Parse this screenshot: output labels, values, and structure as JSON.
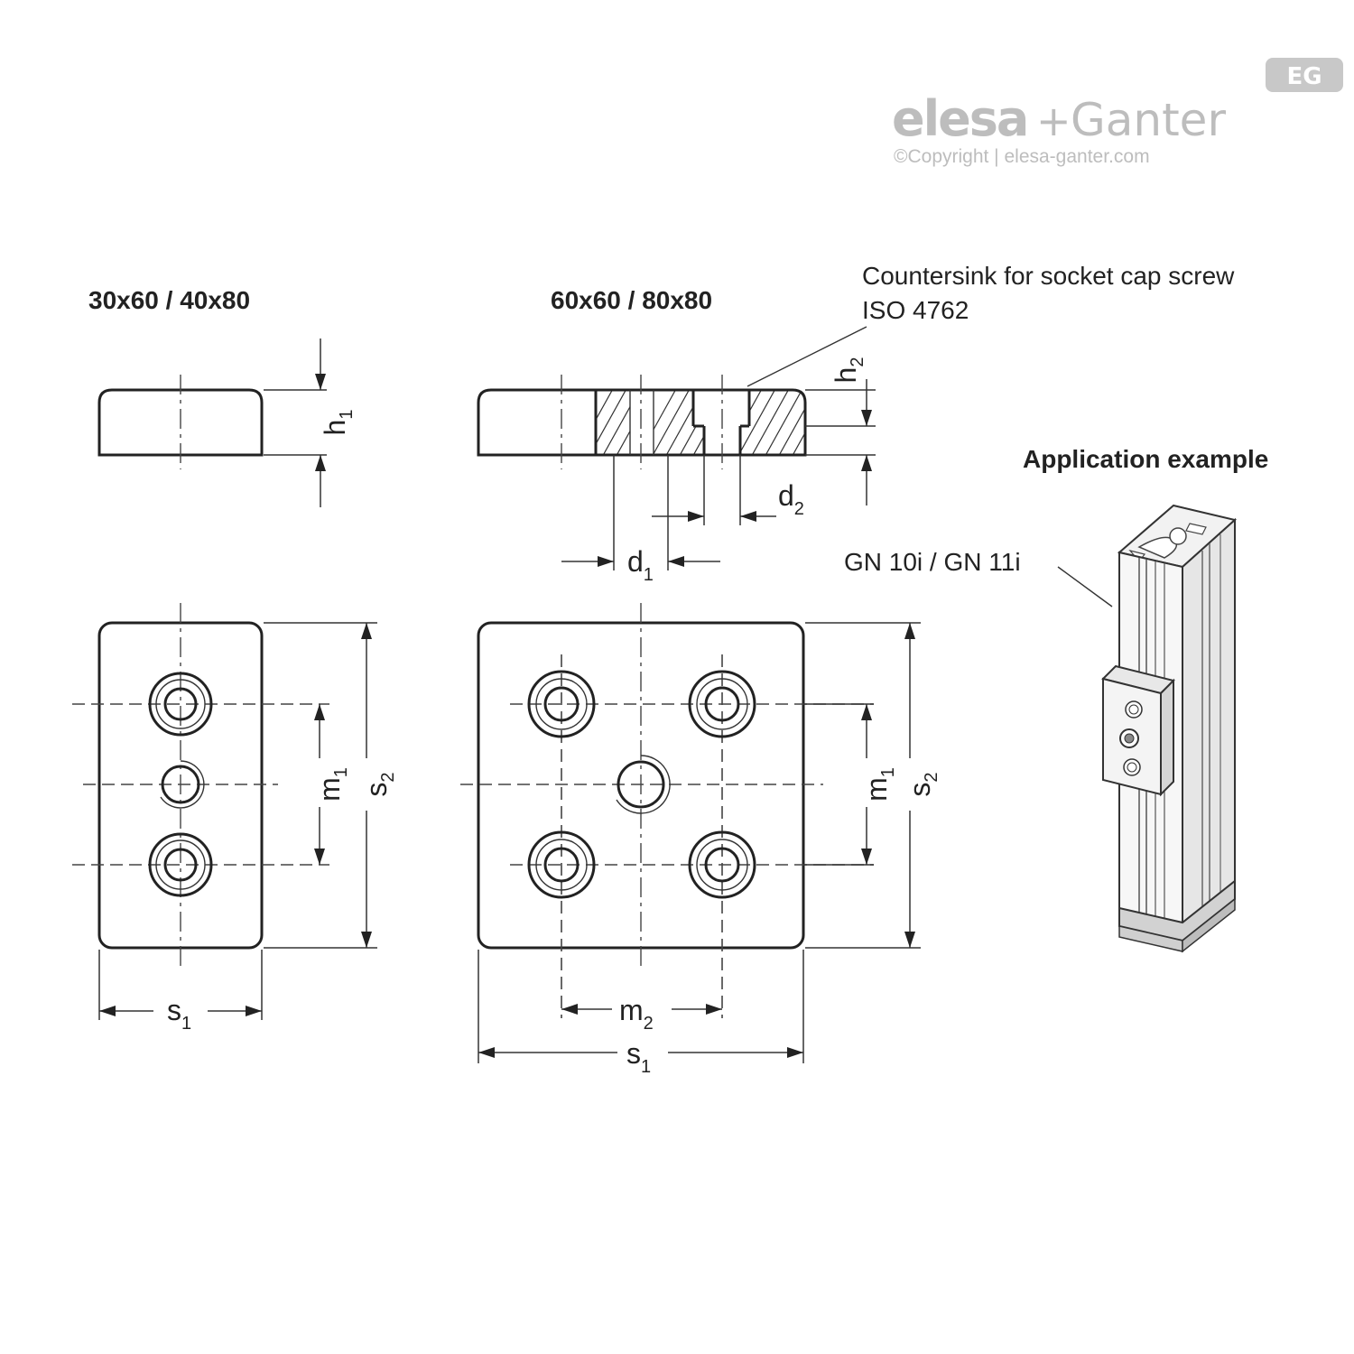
{
  "logo": {
    "brand_a": "elesa",
    "plus": "+",
    "brand_b": "Ganter",
    "badge": "EG",
    "copyright": "©Copyright | elesa-ganter.com"
  },
  "views": {
    "small_title": "30x60 / 40x80",
    "large_title": "60x60 / 80x80"
  },
  "callout": {
    "line1": "Countersink for socket cap screw",
    "line2": "ISO 4762"
  },
  "application": {
    "title": "Application example",
    "part_label": "GN 10i / GN 11i"
  },
  "dimensions": {
    "h1": {
      "main": "h",
      "sub": "1"
    },
    "h2": {
      "main": "h",
      "sub": "2"
    },
    "d1": {
      "main": "d",
      "sub": "1"
    },
    "d2": {
      "main": "d",
      "sub": "2"
    },
    "m1": {
      "main": "m",
      "sub": "1"
    },
    "m2": {
      "main": "m",
      "sub": "2"
    },
    "s1": {
      "main": "s",
      "sub": "1"
    },
    "s2": {
      "main": "s",
      "sub": "2"
    }
  },
  "colors": {
    "line": "#222222",
    "logo_gray": "#bdbdbd",
    "profile_gray": "#e6e6e6"
  }
}
